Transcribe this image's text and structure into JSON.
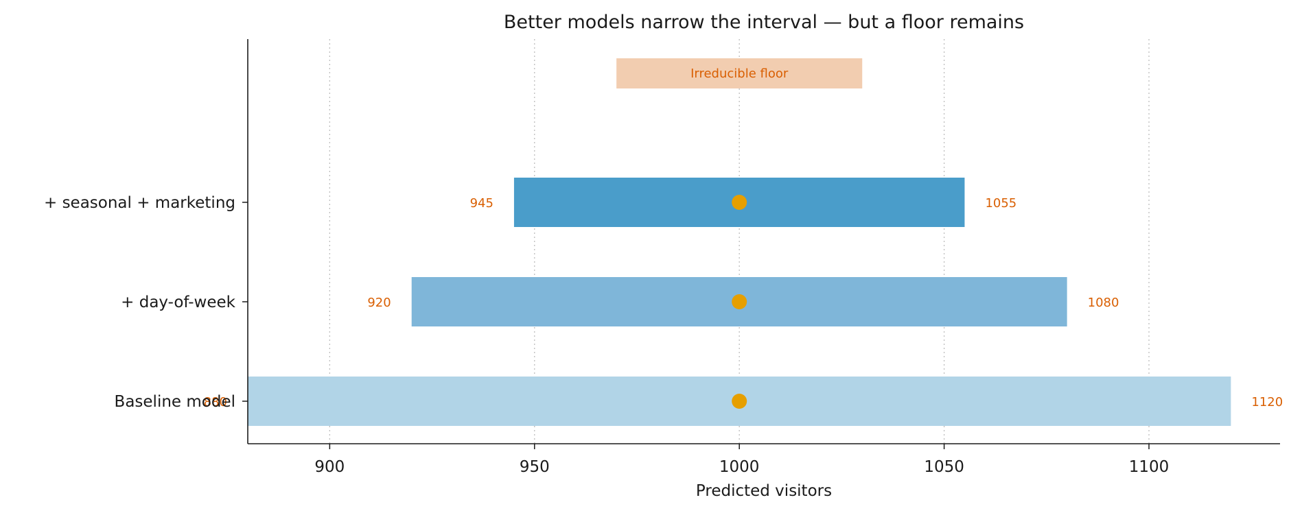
{
  "chart_data": {
    "type": "bar",
    "orientation": "horizontal-range",
    "title": "Better models narrow the interval — but a floor remains",
    "xlabel": "Predicted visitors",
    "ylabel": "",
    "xlim": [
      880,
      1132
    ],
    "xticks": [
      900,
      950,
      1000,
      1050,
      1100
    ],
    "xtick_labels": [
      "900",
      "950",
      "1000",
      "1050",
      "1100"
    ],
    "grid": "vertical dotted",
    "categories": [
      "+ seasonal + marketing",
      "+ day-of-week",
      "Baseline model"
    ],
    "low": [
      945,
      920,
      880
    ],
    "high": [
      1055,
      1080,
      1120
    ],
    "low_labels": [
      "945",
      "920",
      "880"
    ],
    "high_labels": [
      "1055",
      "1080",
      "1120"
    ],
    "point": [
      1000,
      1000,
      1000
    ],
    "bar_colors": [
      "#4a9dca",
      "#7fb6d9",
      "#b1d4e7"
    ],
    "point_color": "#e69f00",
    "label_color": "#d95f02",
    "floor": {
      "label": "Irreducible floor",
      "low": 970,
      "high": 1030,
      "color": "#f2cdb0",
      "label_color": "#d95f02"
    }
  }
}
